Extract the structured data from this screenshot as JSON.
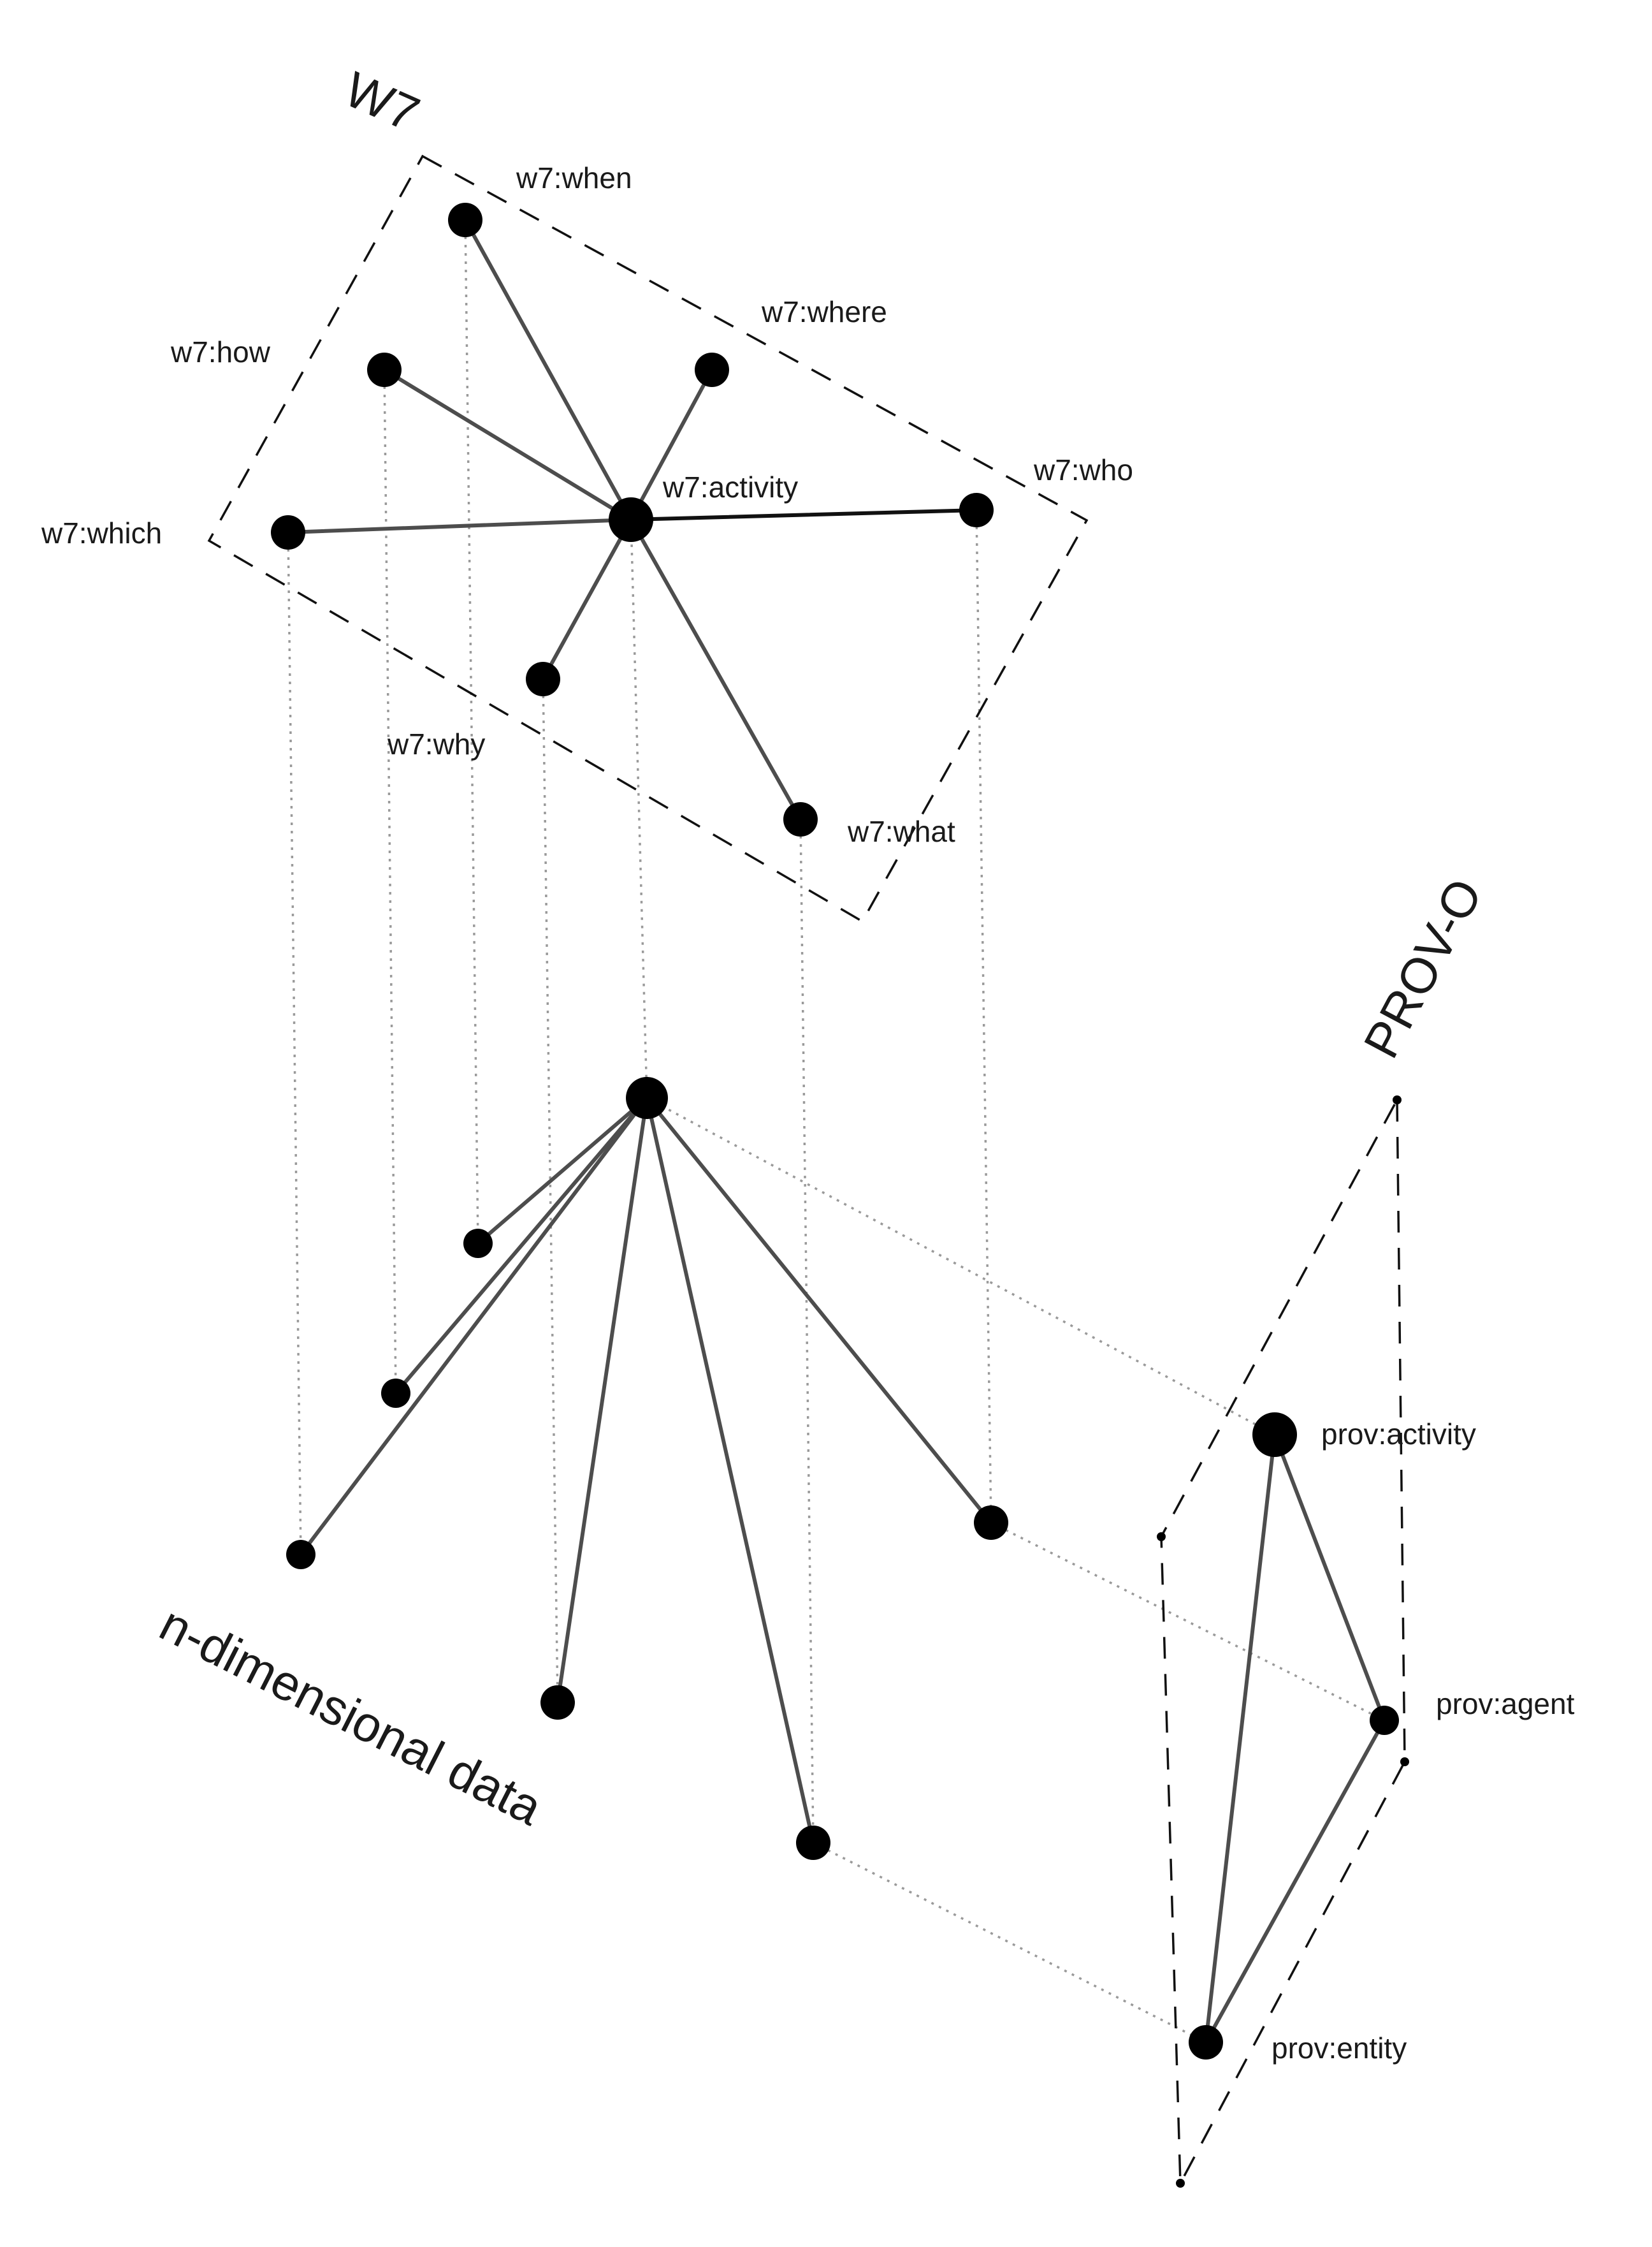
{
  "groups": {
    "w7": "W7",
    "ndata": "n-dimensional data",
    "provo": "PROV-O"
  },
  "w7_labels": {
    "when": "w7:when",
    "where": "w7:where",
    "how": "w7:how",
    "activity": "w7:activity",
    "who": "w7:who",
    "which": "w7:which",
    "why": "w7:why",
    "what": "w7:what"
  },
  "prov_labels": {
    "activity": "prov:activity",
    "agent": "prov:agent",
    "entity": "prov:entity"
  }
}
